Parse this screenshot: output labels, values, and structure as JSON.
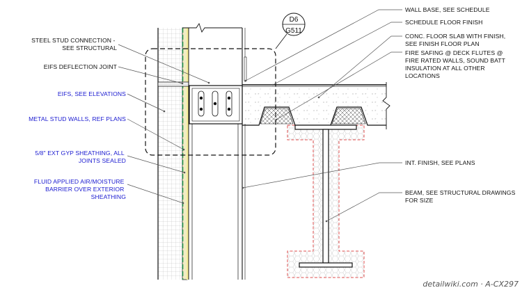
{
  "detail_tag": {
    "number": "D6",
    "sheet": "G511"
  },
  "labels_left": [
    {
      "id": "steel-stud-connection",
      "lines": [
        "STEEL STUD CONNECTION -",
        "SEE STRUCTURAL"
      ],
      "color": "#111111"
    },
    {
      "id": "eifs-deflection-joint",
      "lines": [
        "EIFS DEFLECTION JOINT"
      ],
      "color": "#111111"
    },
    {
      "id": "eifs-see-elevations",
      "lines": [
        "EIFS, SEE ELEVATIONS"
      ],
      "color": "#1a1ad0"
    },
    {
      "id": "metal-stud-walls",
      "lines": [
        "METAL STUD WALLS, REF PLANS"
      ],
      "color": "#1a1ad0"
    },
    {
      "id": "ext-gyp-sheathing",
      "lines": [
        "5/8\" EXT GYP SHEATHING, ALL",
        "JOINTS SEALED"
      ],
      "color": "#1a1ad0"
    },
    {
      "id": "air-moisture-barrier",
      "lines": [
        "FLUID APPLIED AIR/MOISTURE",
        "BARRIER OVER EXTERIOR",
        "SHEATHING"
      ],
      "color": "#1a1ad0"
    }
  ],
  "labels_right": [
    {
      "id": "wall-base",
      "lines": [
        "WALL BASE, SEE SCHEDULE"
      ]
    },
    {
      "id": "schedule-floor-finish",
      "lines": [
        "SCHEDULE FLOOR FINISH"
      ]
    },
    {
      "id": "conc-floor-slab",
      "lines": [
        "CONC. FLOOR SLAB WITH FINISH,",
        "SEE FINISH FLOOR PLAN"
      ]
    },
    {
      "id": "fire-safing",
      "lines": [
        "FIRE SAFING @ DECK FLUTES @",
        "FIRE RATED WALLS, SOUND BATT",
        "INSULATION AT ALL OTHER",
        "LOCATIONS"
      ]
    },
    {
      "id": "int-finish",
      "lines": [
        "INT. FINISH, SEE PLANS"
      ]
    },
    {
      "id": "beam-structural",
      "lines": [
        "BEAM, SEE STRUCTURAL DRAWINGS",
        "FOR SIZE"
      ]
    }
  ],
  "credit": "detailwiki.com · A-CX297",
  "colors": {
    "ink": "#111111",
    "annotation_blue": "#1a1ad0",
    "fireproofing_red": "#e05050",
    "barrier_green": "#1f8f4a",
    "membrane_yellow": "#e6d84a",
    "leader_grey": "#666666"
  }
}
